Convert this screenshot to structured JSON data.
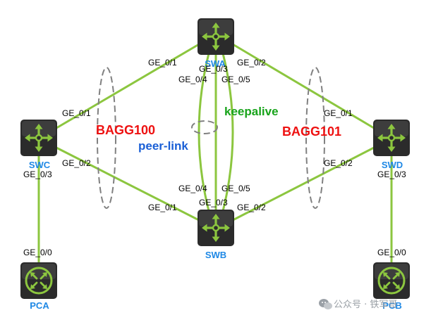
{
  "colors": {
    "link": "#8cc63f",
    "device_bg": "#2b2b2b",
    "device_icon": "#8cc63f",
    "device_label": "#1e88e5",
    "bagg": "#ee1111",
    "peer_link": "#1a5fd6",
    "keepalive": "#17a31a",
    "ellipse": "#808080",
    "watermark": "#9aa0a6"
  },
  "devices": {
    "swa": {
      "label": "SWA",
      "icon": "switch-icon"
    },
    "swb": {
      "label": "SWB",
      "icon": "switch-icon"
    },
    "swc": {
      "label": "SWC",
      "icon": "switch-icon"
    },
    "swd": {
      "label": "SWD",
      "icon": "switch-icon"
    },
    "pca": {
      "label": "PCA",
      "icon": "router-icon"
    },
    "pcb": {
      "label": "PCB",
      "icon": "router-icon"
    }
  },
  "ports": {
    "swa_ge01": "GE_0/1",
    "swa_ge02": "GE_0/2",
    "swa_ge03": "GE_0/3",
    "swa_ge04": "GE_0/4",
    "swa_ge05": "GE_0/5",
    "swb_ge01": "GE_0/1",
    "swb_ge02": "GE_0/2",
    "swb_ge03": "GE_0/3",
    "swb_ge04": "GE_0/4",
    "swb_ge05": "GE_0/5",
    "swc_ge01": "GE_0/1",
    "swc_ge02": "GE_0/2",
    "swc_ge03": "GE_0/3",
    "swd_ge01": "GE_0/1",
    "swd_ge02": "GE_0/2",
    "swd_ge03": "GE_0/3",
    "pca_ge00": "GE_0/0",
    "pcb_ge00": "GE_0/0"
  },
  "labels": {
    "bagg100": "BAGG100",
    "bagg101": "BAGG101",
    "peer_link": "peer-link",
    "keepalive": "keepalive"
  },
  "watermark": {
    "icon": "wechat-icon",
    "text": "公众号 · 铁军哥"
  }
}
